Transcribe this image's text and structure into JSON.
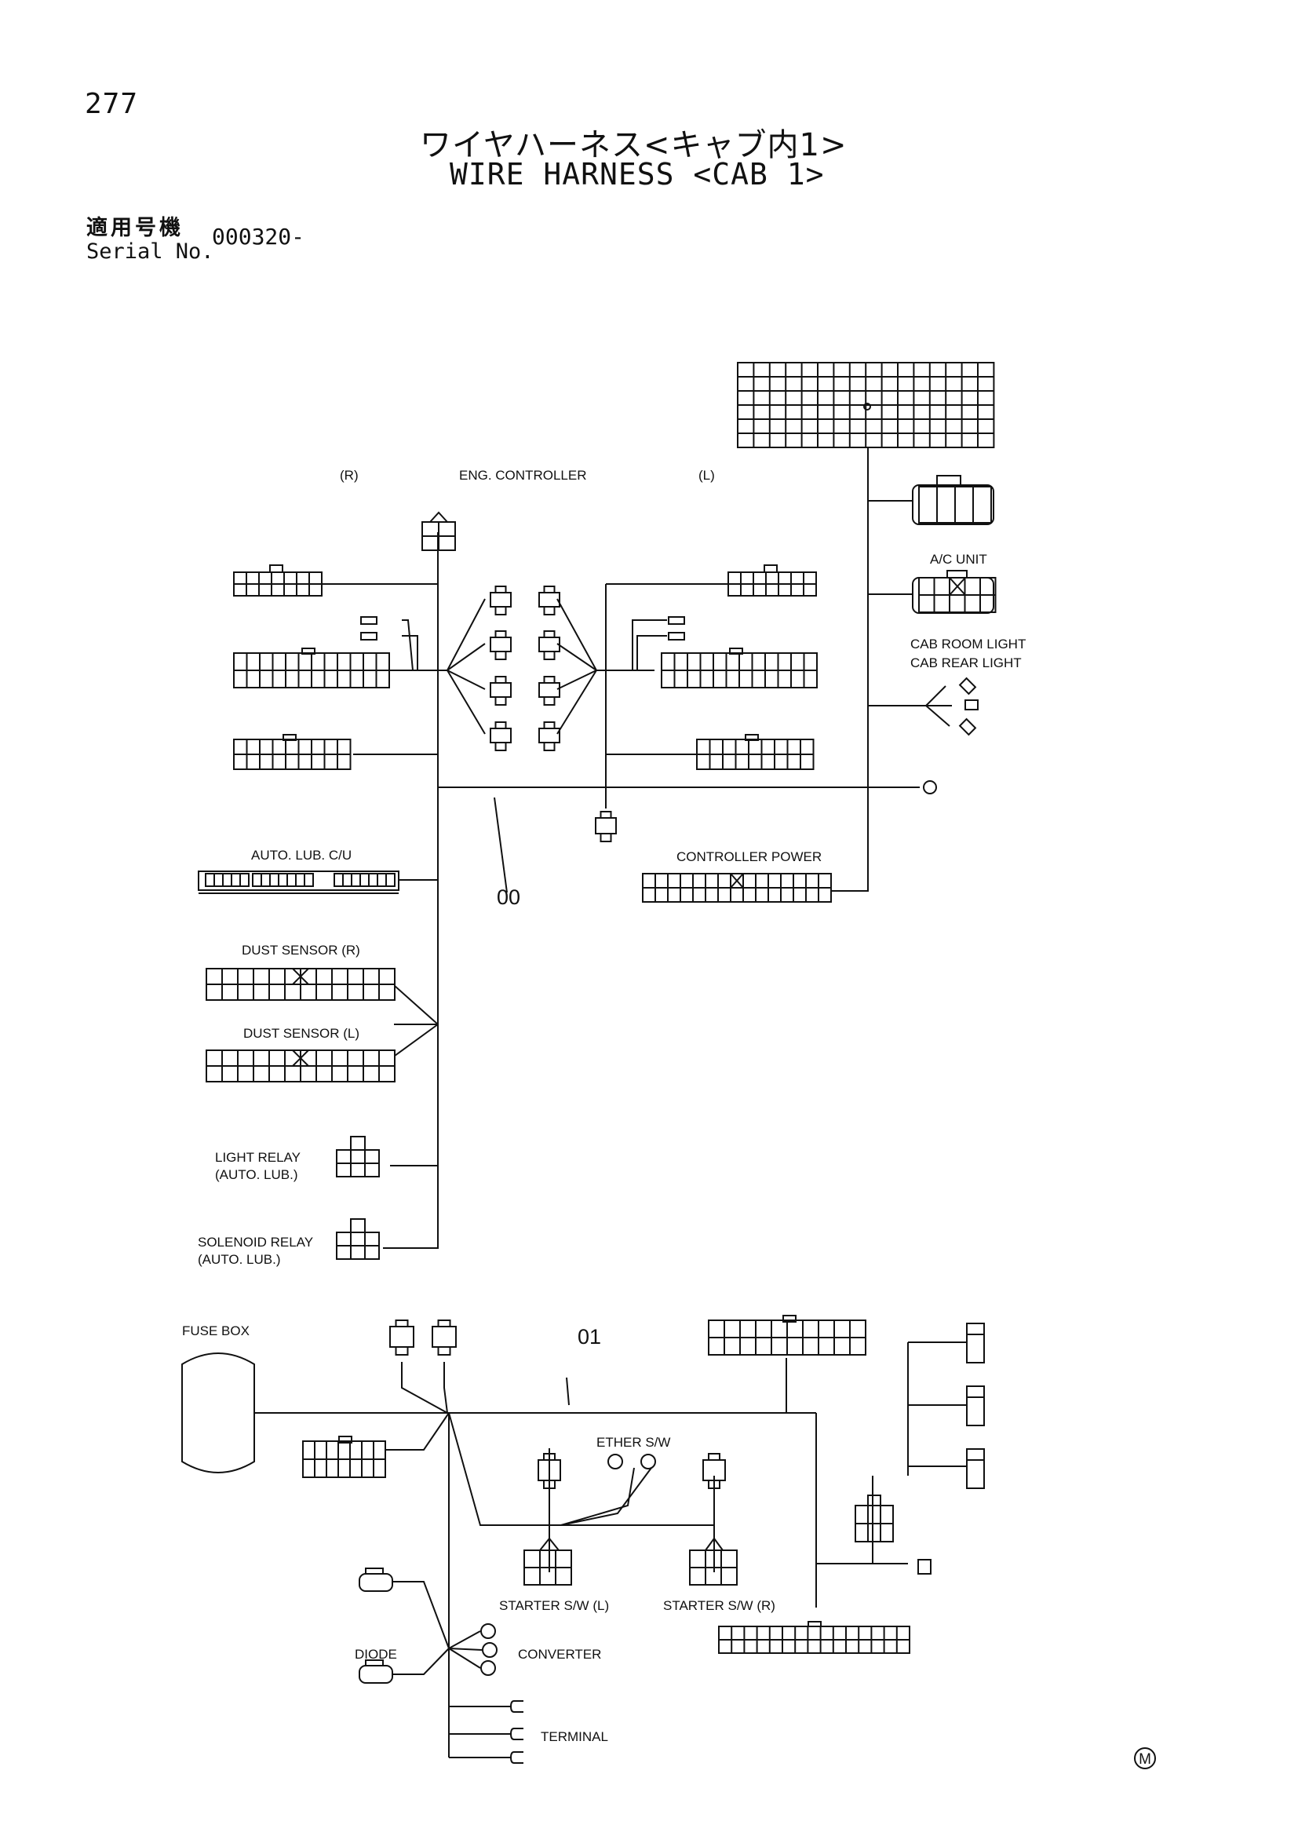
{
  "header": {
    "page_number": "277",
    "title_jp": "ワイヤハーネス<キャブ内1>",
    "title_en": "WIRE HARNESS <CAB 1>",
    "serial_label_jp": "適用号機",
    "serial_label_en": "Serial No.",
    "serial_value": "000320-"
  },
  "labels": {
    "side_r": "(R)",
    "eng_controller": "ENG. CONTROLLER",
    "side_l": "(L)",
    "ac_unit": "A/C UNIT",
    "cab_room_light": "CAB ROOM LIGHT",
    "cab_rear_light": "CAB REAR LIGHT",
    "auto_lub_cu": "AUTO. LUB. C/U",
    "controller_power": "CONTROLLER POWER",
    "harness_00": "00",
    "dust_sensor_r": "DUST SENSOR (R)",
    "dust_sensor_l": "DUST SENSOR (L)",
    "light_relay_1": "LIGHT RELAY",
    "light_relay_2": "(AUTO. LUB.)",
    "solenoid_relay_1": "SOLENOID RELAY",
    "solenoid_relay_2": "(AUTO. LUB.)",
    "fuse_box": "FUSE BOX",
    "harness_01": "01",
    "ether_sw": "ETHER S/W",
    "starter_sw_l": "STARTER S/W (L)",
    "starter_sw_r": "STARTER S/W (R)",
    "diode": "DIODE",
    "converter": "CONVERTER",
    "terminal": "TERMINAL",
    "mark": "M"
  }
}
